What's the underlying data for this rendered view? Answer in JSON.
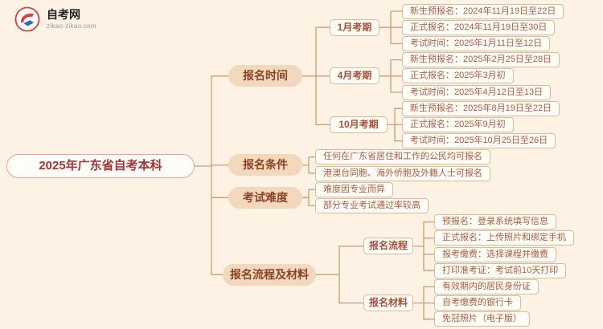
{
  "site": {
    "name": "自考网",
    "url": "zikao-zikao.com"
  },
  "root_label": "2025年广东省自考本科",
  "branches": [
    {
      "label": "报名时间",
      "children": [
        {
          "label": "1月考期",
          "leaves": [
            "新生预报名：2024年11月19日至22日",
            "正式报名：2024年11月19日至30日",
            "考试时间：2025年1月11日至12日"
          ]
        },
        {
          "label": "4月考期",
          "leaves": [
            "新生预报名：2025年2月25日至28日",
            "正式报名：2025年3月初",
            "考试时间：2025年4月12日至13日"
          ]
        },
        {
          "label": "10月考期",
          "leaves": [
            "新生预报名：2025年8月19日至22日",
            "正式报名：2025年9月初",
            "考试时间：2025年10月25日至26日"
          ]
        }
      ]
    },
    {
      "label": "报名条件",
      "leaves": [
        "任何在广东省居住和工作的公民均可报名",
        "港澳台同胞、海外侨胞及外籍人士可报名"
      ]
    },
    {
      "label": "考试难度",
      "leaves": [
        "难度因专业而异",
        "部分专业考试通过率较高"
      ]
    },
    {
      "label": "报名流程及材料",
      "children": [
        {
          "label": "报名流程",
          "leaves": [
            "预报名：登录系统填写信息",
            "正式报名：上传照片和绑定手机",
            "报考缴费：选择课程并缴费",
            "打印准考证：考试前10天打印"
          ]
        },
        {
          "label": "报名材料",
          "leaves": [
            "有效期内的居民身份证",
            "自考缴费的银行卡",
            "免冠照片（电子版）"
          ]
        }
      ]
    }
  ],
  "colors": {
    "background": "#fdf2e4",
    "accent_red": "#e23c3c",
    "root_border": "#f09fa2",
    "branch_bg": "#f2d9bd",
    "node_border": "#d9bb96",
    "line": "#c8a070",
    "leaf_text": "#b05a3e"
  }
}
